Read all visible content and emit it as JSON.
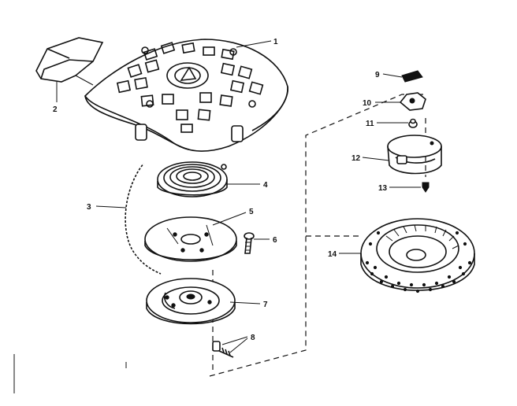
{
  "diagram": {
    "parts": [
      {
        "id": "p1",
        "number": "1",
        "part": "housing"
      },
      {
        "id": "p2",
        "number": "2",
        "part": "handle"
      },
      {
        "id": "p3",
        "number": "3",
        "part": "rope"
      },
      {
        "id": "p4",
        "number": "4",
        "part": "spring"
      },
      {
        "id": "p5",
        "number": "5",
        "part": "spring-plate"
      },
      {
        "id": "p6",
        "number": "6",
        "part": "screw"
      },
      {
        "id": "p7",
        "number": "7",
        "part": "pulley"
      },
      {
        "id": "p8",
        "number": "8",
        "part": "pawl-and-spring"
      },
      {
        "id": "p9",
        "number": "9",
        "part": "clip"
      },
      {
        "id": "p10",
        "number": "10",
        "part": "retainer"
      },
      {
        "id": "p11",
        "number": "11",
        "part": "washer"
      },
      {
        "id": "p12",
        "number": "12",
        "part": "starter-cup"
      },
      {
        "id": "p13",
        "number": "13",
        "part": "fastener"
      },
      {
        "id": "p14",
        "number": "14",
        "part": "screen"
      }
    ]
  }
}
